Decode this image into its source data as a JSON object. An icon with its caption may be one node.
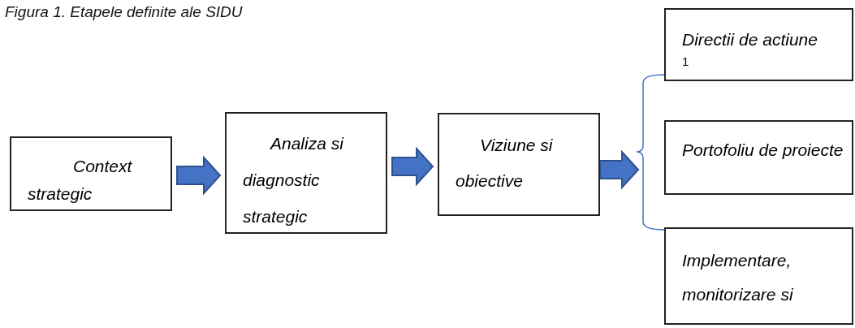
{
  "diagram": {
    "title": "Figura 1. Etapele definite ale SIDU",
    "nodes": [
      {
        "text": [
          "Context strategic"
        ]
      },
      {
        "text": [
          "Analiza si diagnostic strategic"
        ]
      },
      {
        "text": [
          "Viziune si obiective"
        ]
      },
      {
        "text": [
          "Directii de actiune",
          "1"
        ]
      },
      {
        "text": [
          "Portofoliu de proiecte"
        ]
      },
      {
        "text": [
          "Implementare, monitorizare si"
        ]
      }
    ],
    "edges": [
      {
        "from": 0,
        "to": 1,
        "arrow": "to"
      },
      {
        "from": 1,
        "to": 2,
        "arrow": "to"
      },
      {
        "from": 2,
        "to": null,
        "arrow": "to"
      }
    ]
  }
}
